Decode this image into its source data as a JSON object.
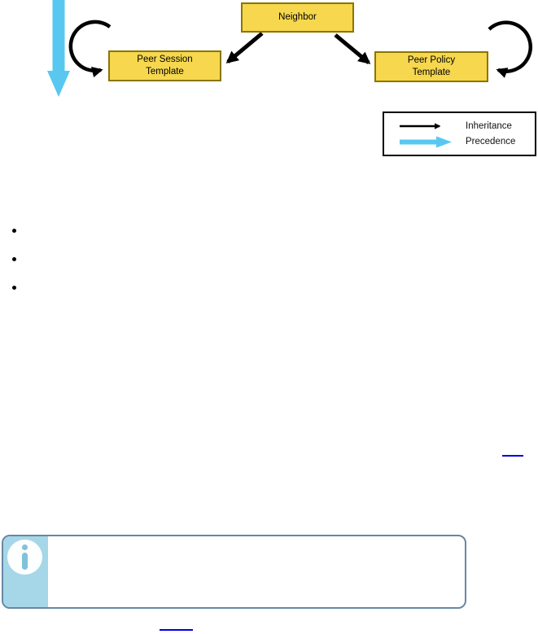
{
  "figure": {
    "nodes": {
      "neighbor": {
        "label": "Neighbor"
      },
      "peer_session": {
        "line1": "Peer Session",
        "line2": "Template"
      },
      "peer_policy": {
        "line1": "Peer Policy",
        "line2": "Template"
      }
    },
    "legend": {
      "items": [
        {
          "label": "Inheritance"
        },
        {
          "label": "Precedence"
        }
      ]
    },
    "colors": {
      "node_fill": "#F6D74E",
      "node_border": "#8B7500",
      "inheritance_arrow": "#000000",
      "precedence_arrow": "#58C8F0"
    }
  },
  "content": {
    "bullets": [
      "",
      "",
      ""
    ],
    "mid_link_text": "",
    "bottom_link_text": ""
  },
  "note": {
    "text": "",
    "colors": {
      "border": "#6688A4",
      "strip": "#A6D7E8",
      "icon_glyph": "#7FC2DD"
    }
  }
}
